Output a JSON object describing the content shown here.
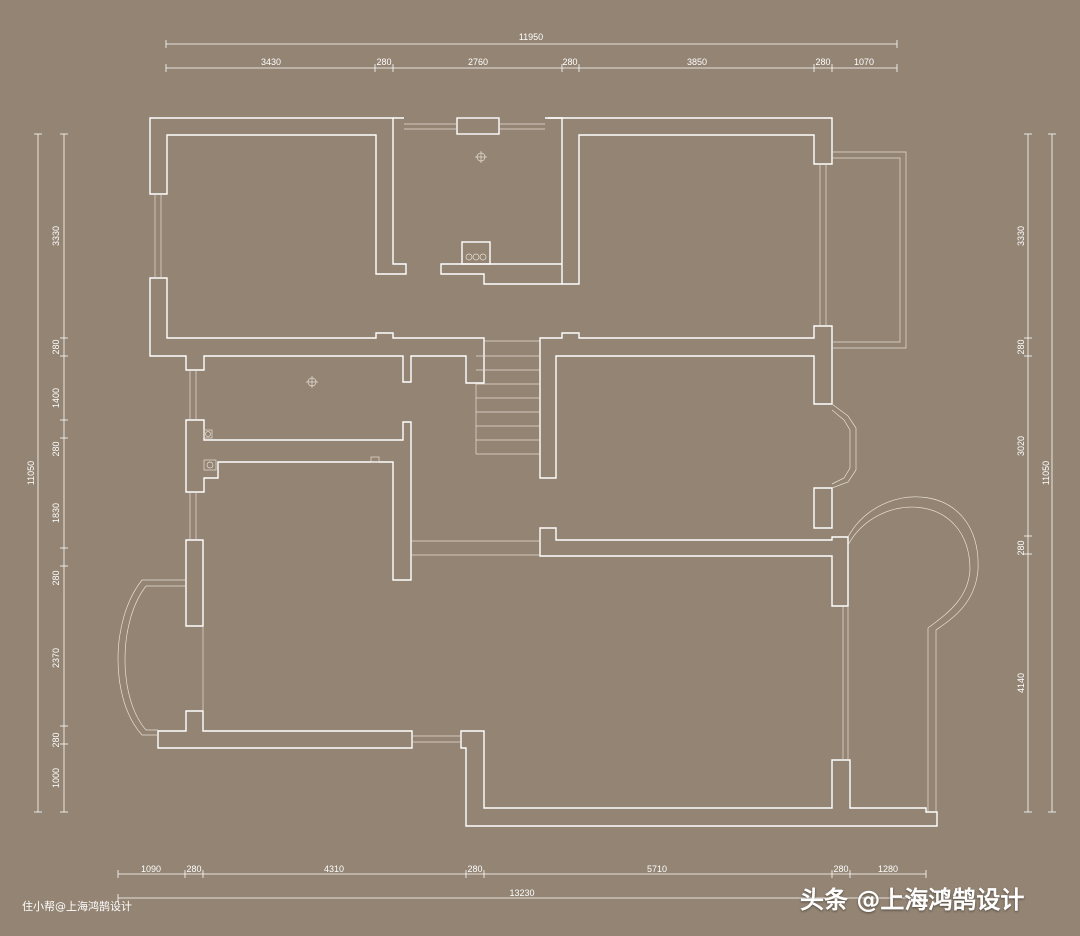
{
  "dimensions": {
    "top_total": "11950",
    "top_segments": [
      "3430",
      "280",
      "2760",
      "280",
      "3850",
      "280",
      "1070"
    ],
    "bottom_total": "13230",
    "bottom_segments": [
      "1090",
      "280",
      "4310",
      "280",
      "5710",
      "280",
      "1280"
    ],
    "left_total": "11050",
    "left_segments": [
      "3330",
      "280",
      "1400",
      "280",
      "1830",
      "280",
      "2370",
      "280",
      "1000"
    ],
    "right_total": "11050",
    "right_segments": [
      "3330",
      "280",
      "3020",
      "280",
      "4140"
    ]
  },
  "credit": "住小帮@上海鸿鹄设计",
  "watermark": "头条 @上海鸿鹄设计",
  "colors": {
    "background": "#938473",
    "lines": "#ffffff"
  }
}
